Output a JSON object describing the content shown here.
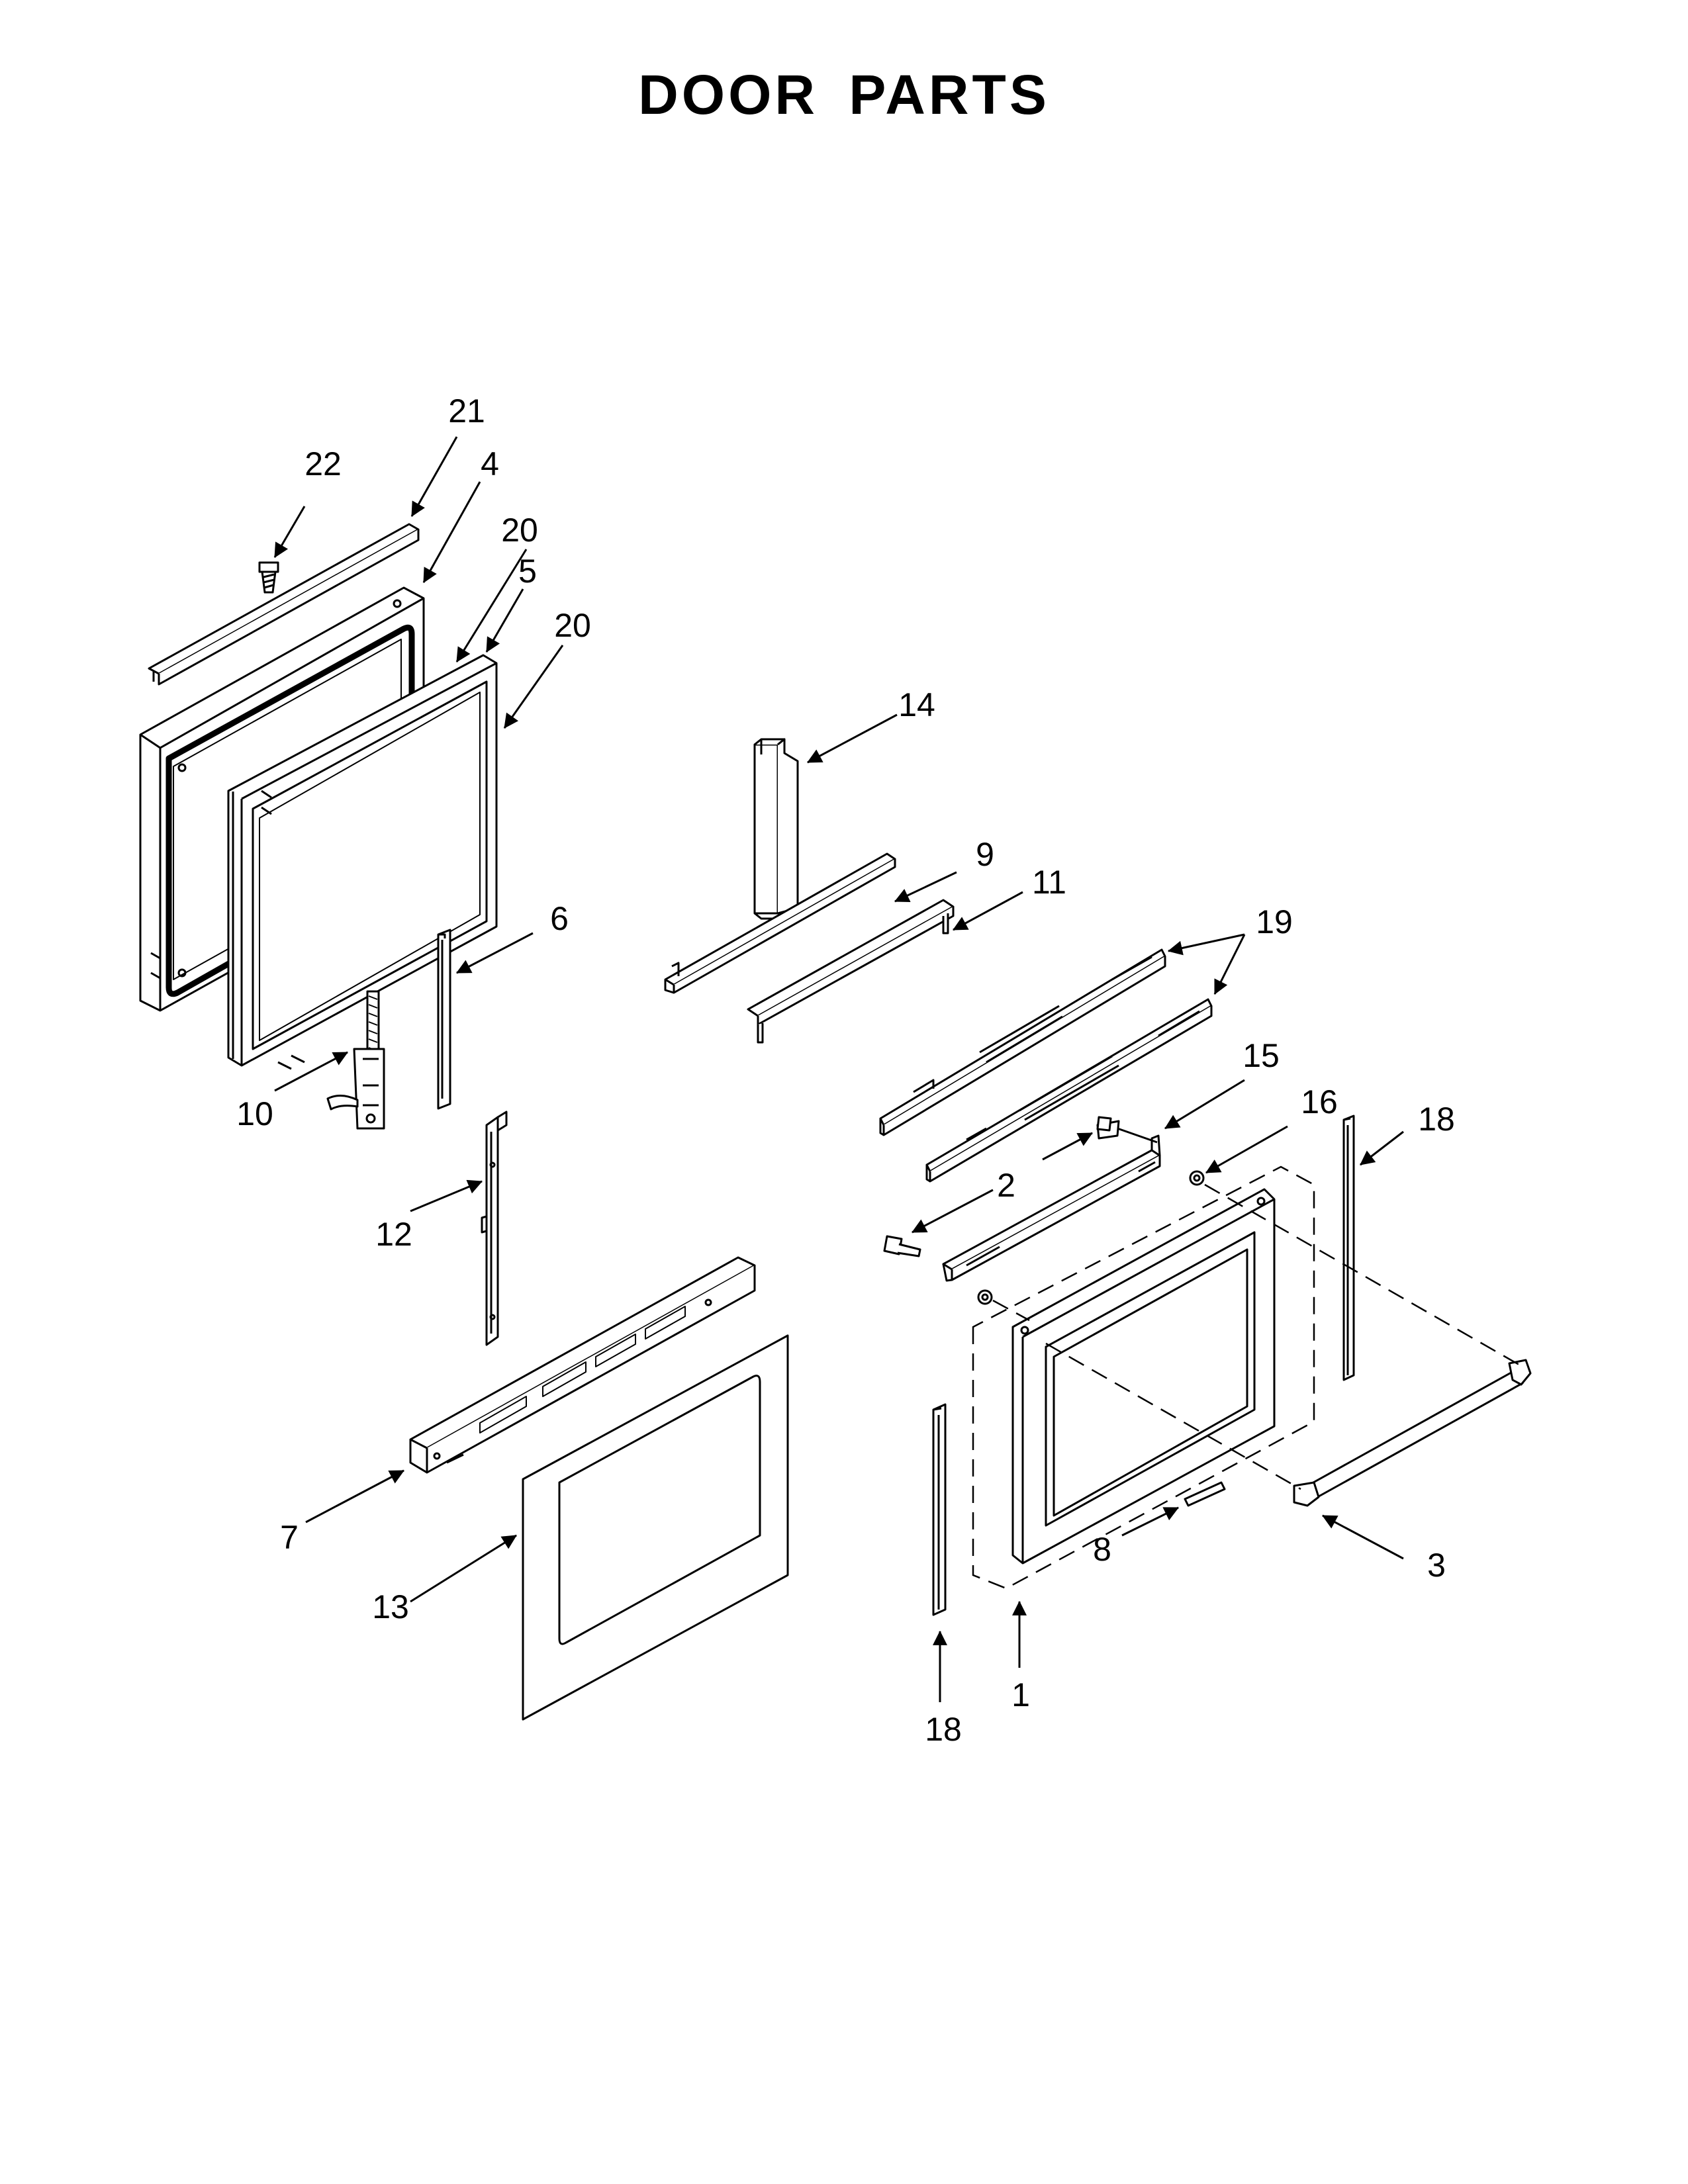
{
  "title": "DOOR PARTS",
  "callouts": [
    {
      "id": "c21",
      "text": "21"
    },
    {
      "id": "c22",
      "text": "22"
    },
    {
      "id": "c4",
      "text": "4"
    },
    {
      "id": "c20a",
      "text": "20"
    },
    {
      "id": "c5",
      "text": "5"
    },
    {
      "id": "c20b",
      "text": "20"
    },
    {
      "id": "c14",
      "text": "14"
    },
    {
      "id": "c9",
      "text": "9"
    },
    {
      "id": "c11",
      "text": "11"
    },
    {
      "id": "c6",
      "text": "6"
    },
    {
      "id": "c19",
      "text": "19"
    },
    {
      "id": "c10",
      "text": "10"
    },
    {
      "id": "c15",
      "text": "15"
    },
    {
      "id": "c16",
      "text": "16"
    },
    {
      "id": "c18a",
      "text": "18"
    },
    {
      "id": "c2",
      "text": "2"
    },
    {
      "id": "c12",
      "text": "12"
    },
    {
      "id": "c7",
      "text": "7"
    },
    {
      "id": "c13",
      "text": "13"
    },
    {
      "id": "c8",
      "text": "8"
    },
    {
      "id": "c3",
      "text": "3"
    },
    {
      "id": "c18b",
      "text": "18"
    },
    {
      "id": "c1",
      "text": "1"
    }
  ]
}
